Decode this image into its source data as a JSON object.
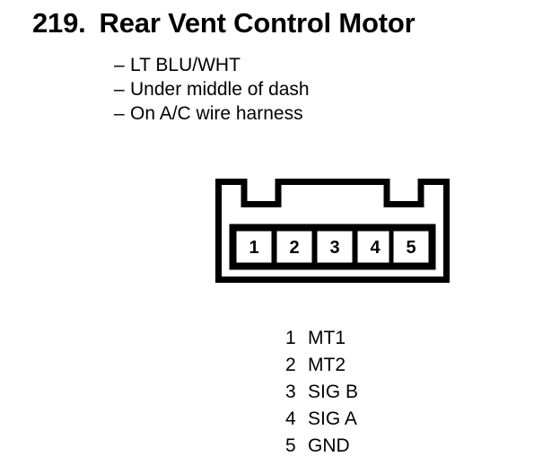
{
  "page": {
    "background_color": "#ffffff",
    "ink_color": "#000000"
  },
  "header": {
    "number": "219.",
    "title": "Rear Vent Control Motor"
  },
  "details": [
    {
      "marker": "–",
      "text": "LT BLU/WHT"
    },
    {
      "marker": "–",
      "text": "Under middle of dash"
    },
    {
      "marker": "–",
      "text": "On A/C wire harness"
    }
  ],
  "connector": {
    "name": "5-pin connector face view",
    "pin_count": 5,
    "pins": [
      "1",
      "2",
      "3",
      "4",
      "5"
    ],
    "notch_count": 2
  },
  "legend": {
    "rows": [
      {
        "pin": "1",
        "signal": "MT1"
      },
      {
        "pin": "2",
        "signal": "MT2"
      },
      {
        "pin": "3",
        "signal": "SIG B"
      },
      {
        "pin": "4",
        "signal": "SIG A"
      },
      {
        "pin": "5",
        "signal": "GND"
      }
    ]
  }
}
